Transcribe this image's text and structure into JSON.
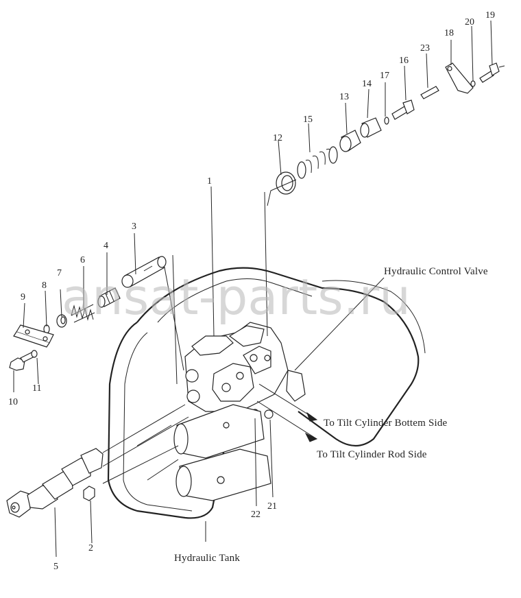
{
  "watermark": "ansat-parts.ru",
  "labels": {
    "hydraulic_control_valve": "Hydraulic Control Valve",
    "to_tilt_bottom": "To Tilt Cylinder Bottem Side",
    "to_tilt_rod": "To Tilt Cylinder Rod Side",
    "hydraulic_tank": "Hydraulic Tank"
  },
  "parts": [
    {
      "id": "1",
      "text": "1"
    },
    {
      "id": "2",
      "text": "2"
    },
    {
      "id": "3",
      "text": "3"
    },
    {
      "id": "4",
      "text": "4"
    },
    {
      "id": "5",
      "text": "5"
    },
    {
      "id": "6",
      "text": "6"
    },
    {
      "id": "7",
      "text": "7"
    },
    {
      "id": "8",
      "text": "8"
    },
    {
      "id": "9",
      "text": "9"
    },
    {
      "id": "10",
      "text": "10"
    },
    {
      "id": "11",
      "text": "11"
    },
    {
      "id": "12",
      "text": "12"
    },
    {
      "id": "13",
      "text": "13"
    },
    {
      "id": "14",
      "text": "14"
    },
    {
      "id": "15",
      "text": "15"
    },
    {
      "id": "16",
      "text": "16"
    },
    {
      "id": "17",
      "text": "17"
    },
    {
      "id": "18",
      "text": "18"
    },
    {
      "id": "19",
      "text": "19"
    },
    {
      "id": "20",
      "text": "20"
    },
    {
      "id": "21",
      "text": "21"
    },
    {
      "id": "22",
      "text": "22"
    },
    {
      "id": "23",
      "text": "23"
    }
  ]
}
